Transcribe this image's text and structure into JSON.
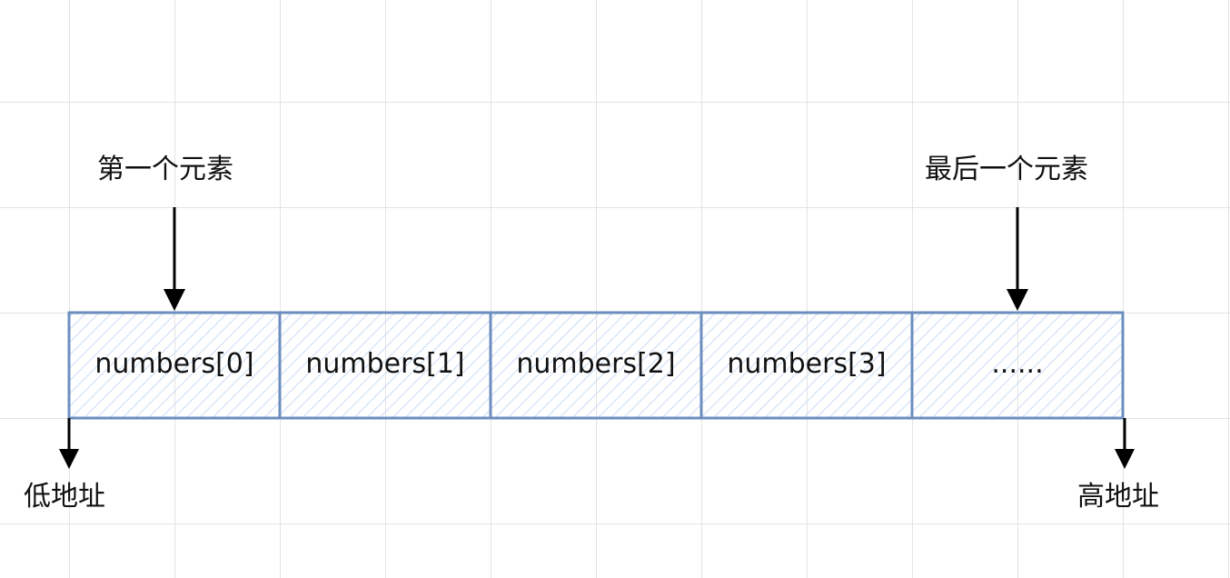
{
  "labels": {
    "first_element": "第一个元素",
    "last_element": "最后一个元素",
    "low_address": "低地址",
    "high_address": "高地址"
  },
  "cells": [
    "numbers[0]",
    "numbers[1]",
    "numbers[2]",
    "numbers[3]",
    "......"
  ],
  "colors": {
    "cell_stroke": "#6c8ebf",
    "cell_hatch": "#c9dcf5",
    "arrow": "#000000",
    "grid": "#e3e3e3"
  }
}
